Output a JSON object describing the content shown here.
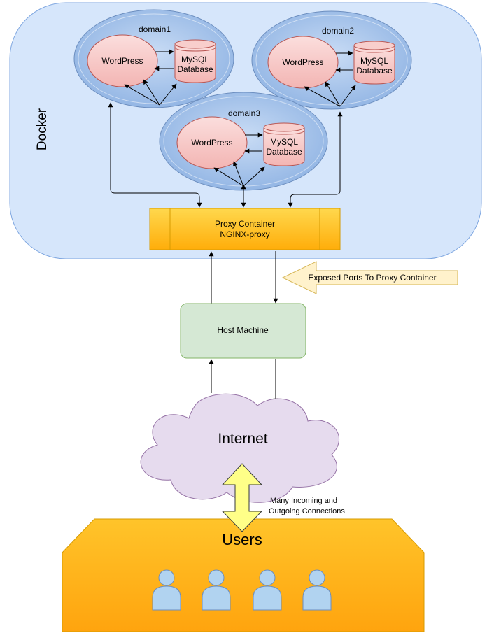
{
  "docker": {
    "label": "Docker"
  },
  "domains": [
    {
      "label": "domain1",
      "app": "WordPress",
      "db_line1": "MySQL",
      "db_line2": "Database"
    },
    {
      "label": "domain2",
      "app": "WordPress",
      "db_line1": "MySQL",
      "db_line2": "Database"
    },
    {
      "label": "domain3",
      "app": "WordPress",
      "db_line1": "MySQL",
      "db_line2": "Database"
    }
  ],
  "proxy": {
    "line1": "Proxy Container",
    "line2": "NGINX-proxy"
  },
  "exposed_ports": {
    "label": "Exposed Ports To Proxy Container"
  },
  "host": {
    "label": "Host Machine"
  },
  "internet": {
    "label": "Internet"
  },
  "connections": {
    "line1": "Many Incoming and",
    "line2": "Outgoing Connections"
  },
  "users": {
    "label": "Users"
  },
  "colors": {
    "docker_fill": "#dae8fc",
    "domain_fill": "#9dbde8",
    "wordpress_fill": "#f8cecc",
    "proxy_fill": "#ffcd28",
    "host_fill": "#d5e8d4",
    "internet_fill": "#e1d5e7",
    "users_fill": "#ffb570",
    "user_icon": "#b1d3f0"
  }
}
